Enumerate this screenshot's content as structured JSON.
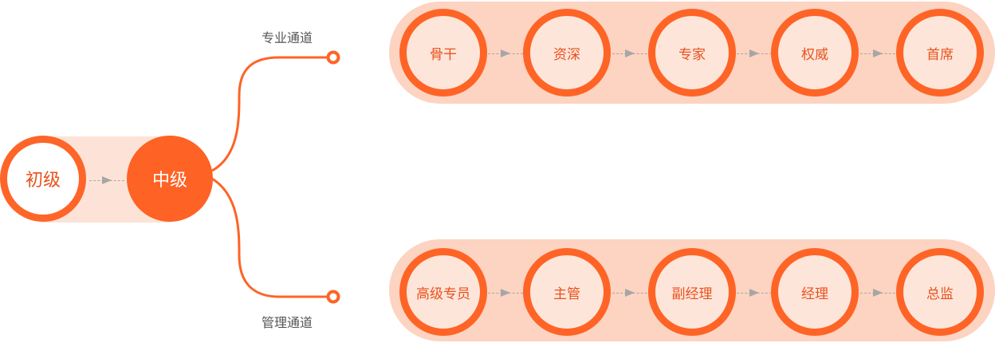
{
  "colors": {
    "accent": "#fe6426",
    "band": "#fdd3c1",
    "start_band": "#fde3d7",
    "node_fill": "#fee5da",
    "label_text": "#e8521d"
  },
  "start": {
    "from_label": "初级",
    "to_label": "中级"
  },
  "tracks": [
    {
      "label": "专业通道",
      "steps": [
        "骨干",
        "资深",
        "专家",
        "权威",
        "首席"
      ]
    },
    {
      "label": "管理通道",
      "steps": [
        "高级专员",
        "主管",
        "副经理",
        "经理",
        "总监"
      ]
    }
  ]
}
